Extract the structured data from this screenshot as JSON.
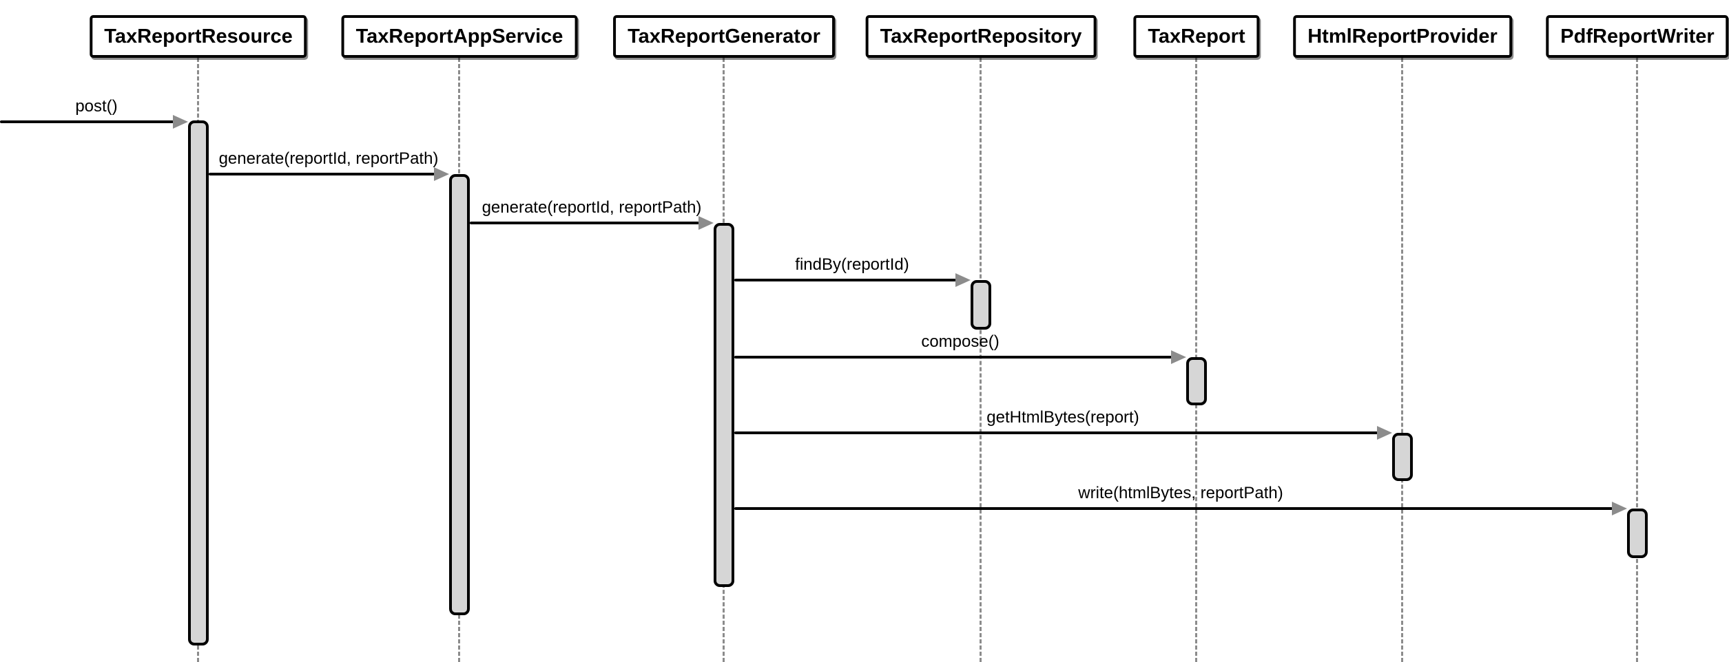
{
  "colors": {
    "background": "#ffffff",
    "participant_border": "#000000",
    "participant_fill": "#ffffff",
    "text": "#000000",
    "lifeline": "#8c8c8c",
    "activation_fill": "#d6d6d6",
    "message_line": "#000000",
    "arrowhead": "#8c8c8c"
  },
  "diagram": {
    "type": "uml-sequence-diagram",
    "participants": [
      {
        "name": "TaxReportResource"
      },
      {
        "name": "TaxReportAppService"
      },
      {
        "name": "TaxReportGenerator"
      },
      {
        "name": "TaxReportRepository"
      },
      {
        "name": "TaxReport"
      },
      {
        "name": "HtmlReportProvider"
      },
      {
        "name": "PdfReportWriter"
      }
    ],
    "messages": [
      {
        "label": "post()",
        "from": "external",
        "to": "TaxReportResource"
      },
      {
        "label": "generate(reportId, reportPath)",
        "from": "TaxReportResource",
        "to": "TaxReportAppService"
      },
      {
        "label": "generate(reportId, reportPath)",
        "from": "TaxReportAppService",
        "to": "TaxReportGenerator"
      },
      {
        "label": "findBy(reportId)",
        "from": "TaxReportGenerator",
        "to": "TaxReportRepository"
      },
      {
        "label": "compose()",
        "from": "TaxReportGenerator",
        "to": "TaxReport"
      },
      {
        "label": "getHtmlBytes(report)",
        "from": "TaxReportGenerator",
        "to": "HtmlReportProvider"
      },
      {
        "label": "write(htmlBytes, reportPath)",
        "from": "TaxReportGenerator",
        "to": "PdfReportWriter"
      }
    ]
  }
}
